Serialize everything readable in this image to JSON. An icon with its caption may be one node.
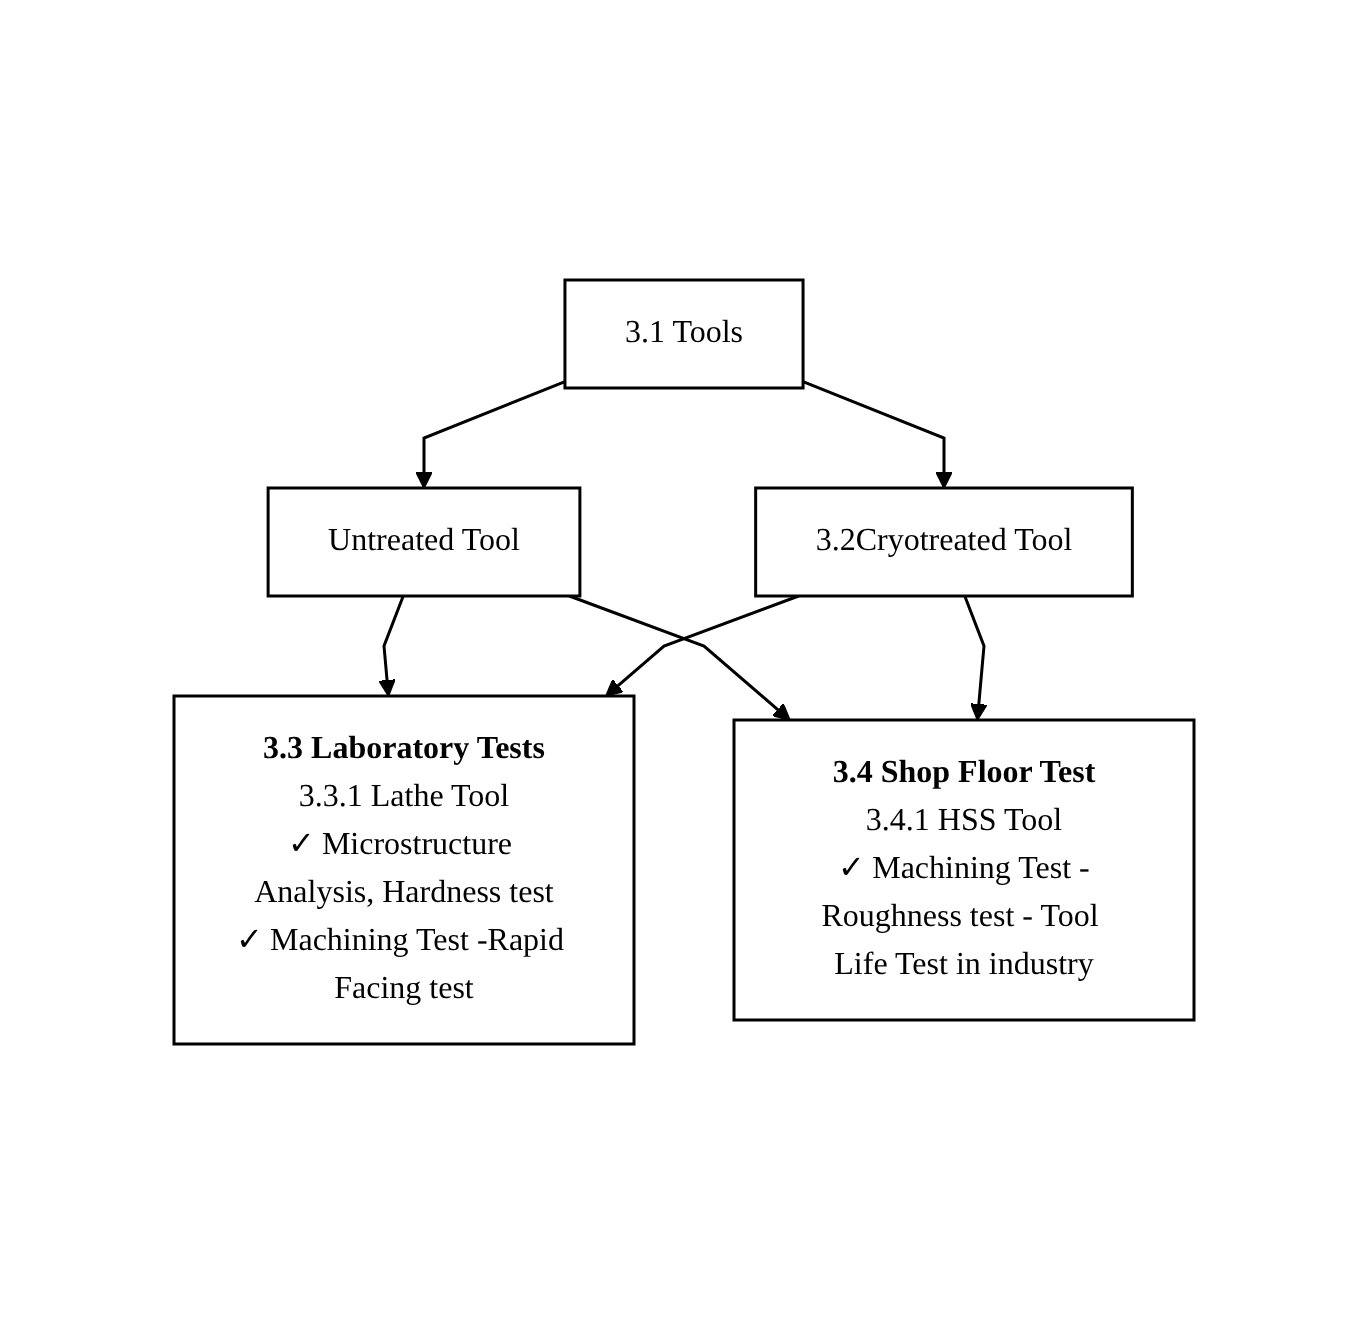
{
  "diagram": {
    "nodes": [
      {
        "text": [
          "3.1 Tools"
        ]
      },
      {
        "text": [
          "Untreated Tool"
        ]
      },
      {
        "text": [
          "3.2Cryotreated Tool"
        ]
      },
      {
        "text": [
          "3.3 Laboratory Tests",
          "3.3.1 Lathe Tool",
          "✓ Microstructure Analysis, Hardness test",
          "✓ Machining Test -Rapid Facing test"
        ]
      },
      {
        "text": [
          "3.4 Shop Floor Test",
          "3.4.1 HSS Tool",
          "✓ Machining Test -Roughness test - Tool Life Test in industry"
        ]
      }
    ],
    "edges": [
      {
        "from": 0,
        "to": 1,
        "arrow": "to"
      },
      {
        "from": 0,
        "to": 2,
        "arrow": "to"
      },
      {
        "from": 1,
        "to": 3,
        "arrow": "to"
      },
      {
        "from": 1,
        "to": 4,
        "arrow": "to"
      },
      {
        "from": 2,
        "to": 3,
        "arrow": "to"
      },
      {
        "from": 2,
        "to": 4,
        "arrow": "to"
      }
    ]
  }
}
